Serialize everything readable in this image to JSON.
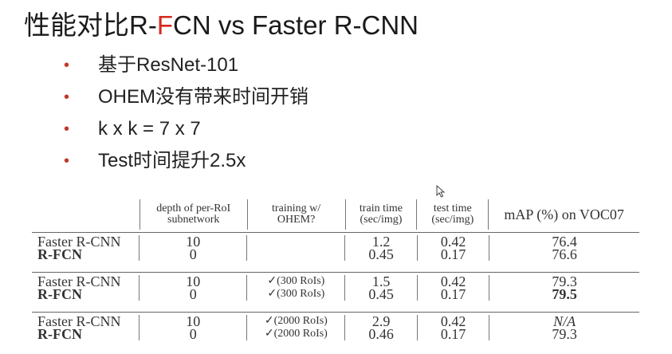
{
  "slide": {
    "title_prefix": "性能对比R-",
    "title_highlight": "F",
    "title_suffix": "CN vs Faster R-CNN",
    "bullets": [
      "基于ResNet-101",
      "OHEM没有带来时间开销",
      "k x k = 7 x 7",
      "Test时间提升2.5x"
    ],
    "bullet_symbol": "•"
  },
  "table": {
    "headers": {
      "depth": "depth of per-RoI subnetwork",
      "training": "training w/ OHEM?",
      "train_time": "train time (sec/img)",
      "test_time": "test time (sec/img)",
      "map": "mAP (%) on VOC07"
    },
    "groups": [
      [
        {
          "method": "Faster R-CNN",
          "depth": "10",
          "training": "",
          "train_time": "1.2",
          "test_time": "0.42",
          "map": "76.4"
        },
        {
          "method": "R-FCN",
          "depth": "0",
          "training": "",
          "train_time": "0.45",
          "test_time": "0.17",
          "map": "76.6"
        }
      ],
      [
        {
          "method": "Faster R-CNN",
          "depth": "10",
          "training": "✓(300 RoIs)",
          "train_time": "1.5",
          "test_time": "0.42",
          "map": "79.3"
        },
        {
          "method": "R-FCN",
          "depth": "0",
          "training": "✓(300 RoIs)",
          "train_time": "0.45",
          "test_time": "0.17",
          "map": "79.5"
        }
      ],
      [
        {
          "method": "Faster R-CNN",
          "depth": "10",
          "training": "✓(2000 RoIs)",
          "train_time": "2.9",
          "test_time": "0.42",
          "map": "N/A"
        },
        {
          "method": "R-FCN",
          "depth": "0",
          "training": "✓(2000 RoIs)",
          "train_time": "0.46",
          "test_time": "0.17",
          "map": "79.3"
        }
      ]
    ]
  },
  "colors": {
    "accent": "#d62a1e",
    "bullet": "#c0392b"
  }
}
